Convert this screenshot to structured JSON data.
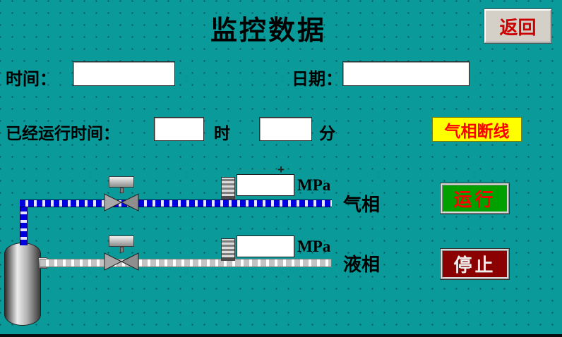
{
  "title": "监控数据",
  "back_button": "返回",
  "fields": {
    "time_label": "时间：",
    "time_value": "",
    "date_label": "日期：",
    "date_value": "",
    "runtime_label": "已经运行时间：",
    "runtime_hours_value": "",
    "runtime_hours_unit": "时",
    "runtime_minutes_value": "",
    "runtime_minutes_unit": "分"
  },
  "alarm": {
    "label": "气相断线"
  },
  "gas_line": {
    "pressure_value": "",
    "unit": "MPa",
    "label": "气相"
  },
  "liquid_line": {
    "pressure_value": "",
    "unit": "MPa",
    "label": "液相"
  },
  "buttons": {
    "run": "运行",
    "stop": "停止"
  },
  "colors": {
    "background": "#0a9a9a",
    "alarm_bg": "#ffff00",
    "alarm_text": "#ff0000",
    "run_button_bg": "#00a000",
    "run_button_text": "#ff0000",
    "stop_button_bg": "#8b0000",
    "stop_button_text": "#efefef",
    "gas_pipe_blue": "#0000e0",
    "back_button_text": "#cc0000"
  }
}
